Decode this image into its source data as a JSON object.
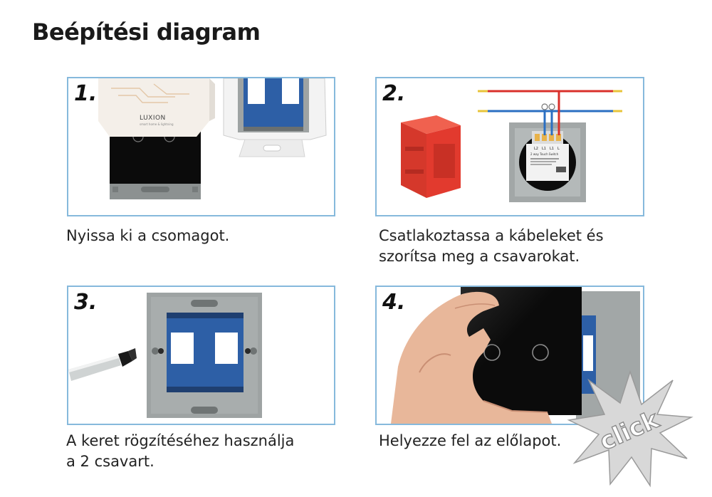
{
  "title": "Beépítési diagram",
  "steps": [
    {
      "number": "1.",
      "caption_lines": [
        "Nyissa ki a csomagot."
      ],
      "box_brand": "LUXION",
      "box_subtitle": "smart home & lightning"
    },
    {
      "number": "2.",
      "caption_lines": [
        "Csatlakoztassa a kábeleket és",
        "szorítsa meg a csavarokat."
      ],
      "terminal_labels": [
        "L2",
        "L1",
        "L1",
        "L"
      ],
      "module_title": "2 way Touch Switch"
    },
    {
      "number": "3.",
      "caption_lines": [
        "A keret rögzítéséhez használja",
        "a 2 csavart."
      ]
    },
    {
      "number": "4.",
      "caption_lines": [
        "Helyezze fel az előlapot."
      ],
      "badge_text": "click"
    }
  ],
  "colors": {
    "panel_border": "#86b9dc",
    "frame_gray": "#9ea3a3",
    "module_blue": "#2d5fa6",
    "glass_black": "#0b0b0b",
    "mount_box_red": "#e23a2e",
    "wire_red": "#d9302b",
    "wire_blue": "#2b6fc2",
    "burst_gray": "#d8d8d8"
  }
}
